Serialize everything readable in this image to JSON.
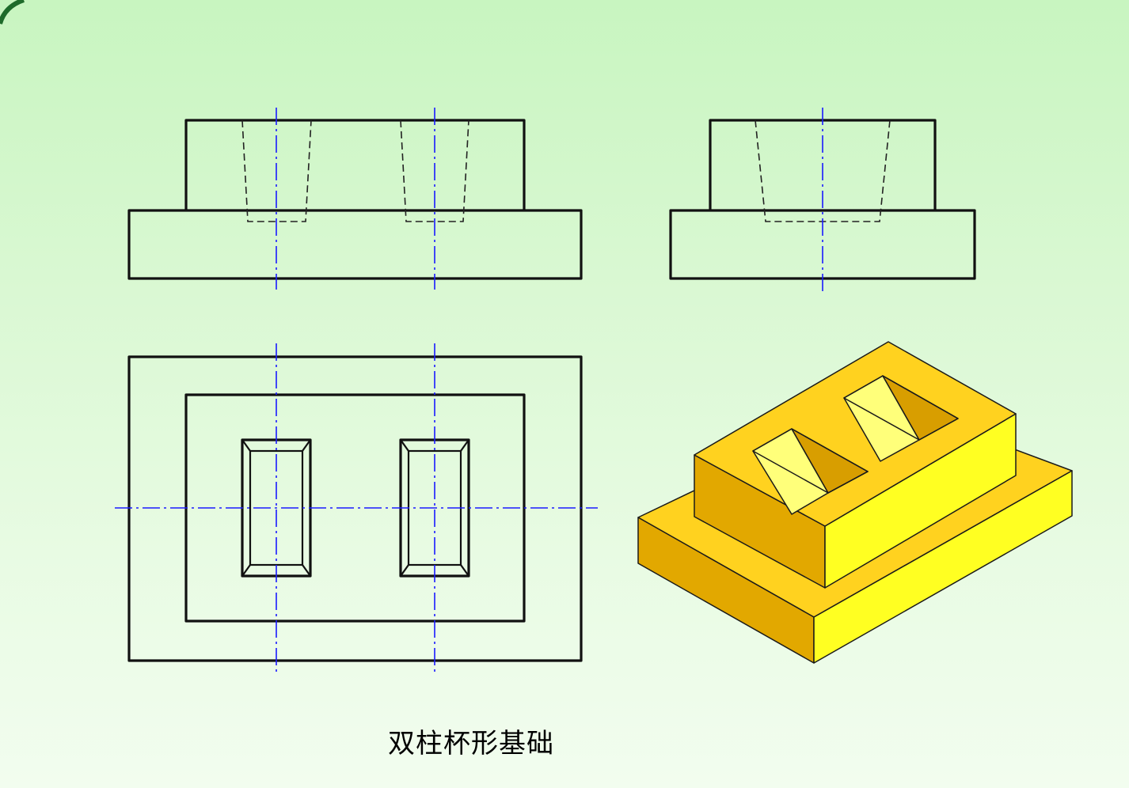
{
  "caption": "双柱杯形基础",
  "colors": {
    "background_top": "#c8f5c0",
    "background_bottom": "#f2fdef",
    "outline": "#111111",
    "center_line": "#1a1aff",
    "model_top": "#ffd21f",
    "model_front": "#ffff22",
    "model_side": "#e2a800"
  },
  "views": [
    "front-view",
    "side-view",
    "top-view",
    "isometric-model"
  ]
}
